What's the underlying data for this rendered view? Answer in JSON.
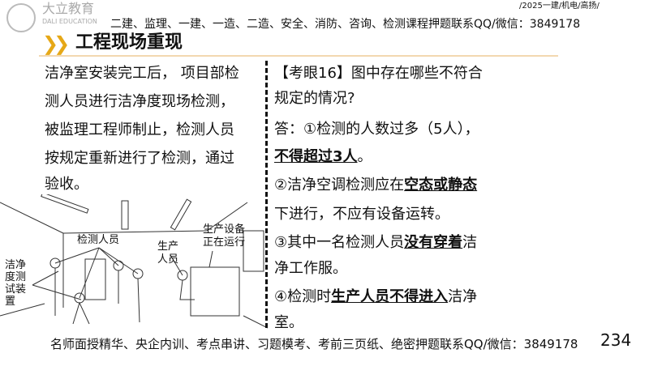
{
  "header": {
    "brand": "大立教育",
    "brand_sub": "DALI EDUCATION",
    "banner": "二建、监理、一建、一造、二造、安全、消防、咨询、检测课程押题联系QQ/微信：3849178",
    "course": "/2025一建/机电/高扬/",
    "title": "工程现场重现"
  },
  "left_text": [
    "洁净室安装完工后， 项目部检",
    "测人员进行洁净度现场检测，",
    "被监理工程师制止，检测人员",
    "按规定重新进行了检测，通过",
    "验收。"
  ],
  "figure": {
    "labels": {
      "inspectors": "检测人员",
      "equipment": "生产设备正在运行",
      "workers": "生产人员",
      "device": "洁净度测试装置"
    }
  },
  "right_text": {
    "q1": "【考眼16】图中存在哪些不符合",
    "q2": "规定的情况?",
    "a1": "答：①检测的人数过多（5人），",
    "a2": "不得超过3人",
    "a2_end": "。",
    "b1_pre": "②洁净空调检测应在",
    "b1_em": "空态或静态",
    "b2": "下进行，不应有设备运转。",
    "c1_pre": "③其中一名检测人员",
    "c1_em": "没有穿着",
    "c1_post": "洁",
    "c2": "净工作服。",
    "d1_pre": "④检测时",
    "d1_em": "生产人员不得进入",
    "d1_post": "洁净",
    "d2": "室。"
  },
  "footer": {
    "text": "名师面授精华、央企内训、考点串讲、习题模考、考前三页纸、绝密押题联系QQ/微信：3849178",
    "page": "234"
  },
  "colors": {
    "accent": "#e6a817"
  }
}
